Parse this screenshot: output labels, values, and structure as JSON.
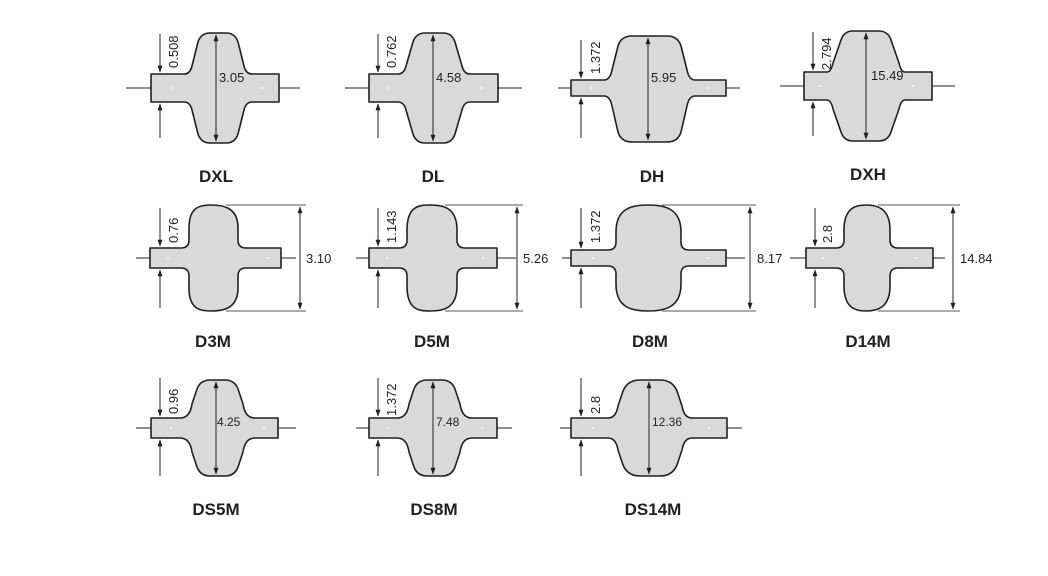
{
  "profiles": [
    {
      "id": "dxl",
      "title": "DXL",
      "height": "0.508",
      "width": "3.05"
    },
    {
      "id": "dl",
      "title": "DL",
      "height": "0.762",
      "width": "4.58"
    },
    {
      "id": "dh",
      "title": "DH",
      "height": "1.372",
      "width": "5.95"
    },
    {
      "id": "dxh",
      "title": "DXH",
      "height": "2.794",
      "width": "15.49"
    },
    {
      "id": "d3m",
      "title": "D3M",
      "height": "0.76",
      "width": "3.10"
    },
    {
      "id": "d5m",
      "title": "D5M",
      "height": "1.143",
      "width": "5.26"
    },
    {
      "id": "d8m",
      "title": "D8M",
      "height": "1.372",
      "width": "8.17"
    },
    {
      "id": "d14m",
      "title": "D14M",
      "height": "2.8",
      "width": "14.84"
    },
    {
      "id": "ds5m",
      "title": "DS5M",
      "height": "0.96",
      "width": "4.25"
    },
    {
      "id": "ds8m",
      "title": "DS8M",
      "height": "1.372",
      "width": "7.48"
    },
    {
      "id": "ds14m",
      "title": "DS14M",
      "height": "2.8",
      "width": "12.36"
    }
  ]
}
